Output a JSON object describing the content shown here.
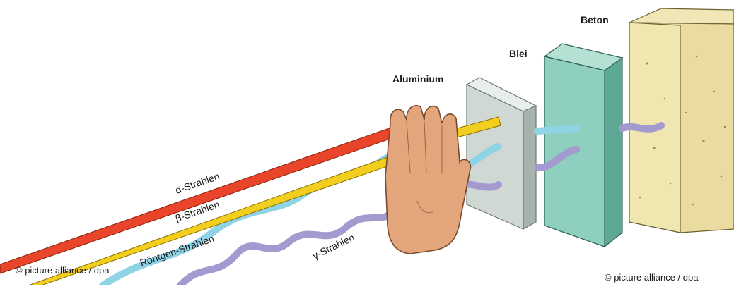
{
  "barriers": {
    "aluminium": "Aluminium",
    "blei": "Blei",
    "beton": "Beton"
  },
  "rays": {
    "alpha": "α-Strahlen",
    "beta": "β-Strahlen",
    "xray": "Röntgen-Strahlen",
    "gamma": "γ-Strahlen"
  },
  "credits": {
    "left": "© picture alliance / dpa",
    "right": "© picture alliance / dpa"
  },
  "colors": {
    "alpha": "#e8452a",
    "beta": "#f2cf1f",
    "xray": "#8fd3e6",
    "gamma": "#a59ad0",
    "hand": "#e3a57c",
    "aluminium": "#cfd8d3",
    "blei": "#8fcfbf",
    "beton": "#eadca0"
  }
}
